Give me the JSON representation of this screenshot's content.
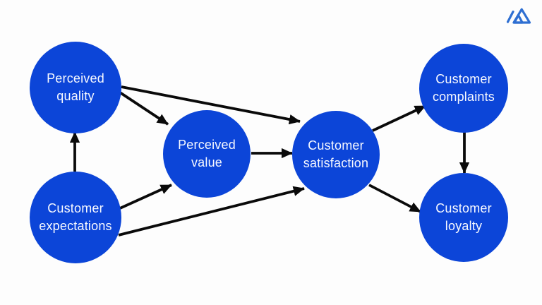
{
  "page": {
    "background_color": "#fdfdfd",
    "description": "Customer satisfaction model diagram"
  },
  "logo": {
    "name": "mountain-logo",
    "color": "#2e6fd2"
  },
  "colors": {
    "node_fill": "#0c45d8",
    "node_text": "#f7f9ff",
    "arrow": "#0a0a0a"
  },
  "nodes": [
    {
      "id": "perceived-quality",
      "line1": "Perceived",
      "line2": "quality"
    },
    {
      "id": "customer-expectations",
      "line1": "Customer",
      "line2": "expectations"
    },
    {
      "id": "perceived-value",
      "line1": "Perceived",
      "line2": "value"
    },
    {
      "id": "customer-satisfaction",
      "line1": "Customer",
      "line2": "satisfaction"
    },
    {
      "id": "customer-complaints",
      "line1": "Customer",
      "line2": "complaints"
    },
    {
      "id": "customer-loyalty",
      "line1": "Customer",
      "line2": "loyalty"
    }
  ],
  "edges": [
    {
      "from": "customer-expectations",
      "to": "perceived-quality"
    },
    {
      "from": "customer-expectations",
      "to": "perceived-value"
    },
    {
      "from": "customer-expectations",
      "to": "customer-satisfaction"
    },
    {
      "from": "perceived-quality",
      "to": "perceived-value"
    },
    {
      "from": "perceived-quality",
      "to": "customer-satisfaction"
    },
    {
      "from": "perceived-value",
      "to": "customer-satisfaction"
    },
    {
      "from": "customer-satisfaction",
      "to": "customer-complaints"
    },
    {
      "from": "customer-satisfaction",
      "to": "customer-loyalty"
    },
    {
      "from": "customer-complaints",
      "to": "customer-loyalty"
    }
  ]
}
